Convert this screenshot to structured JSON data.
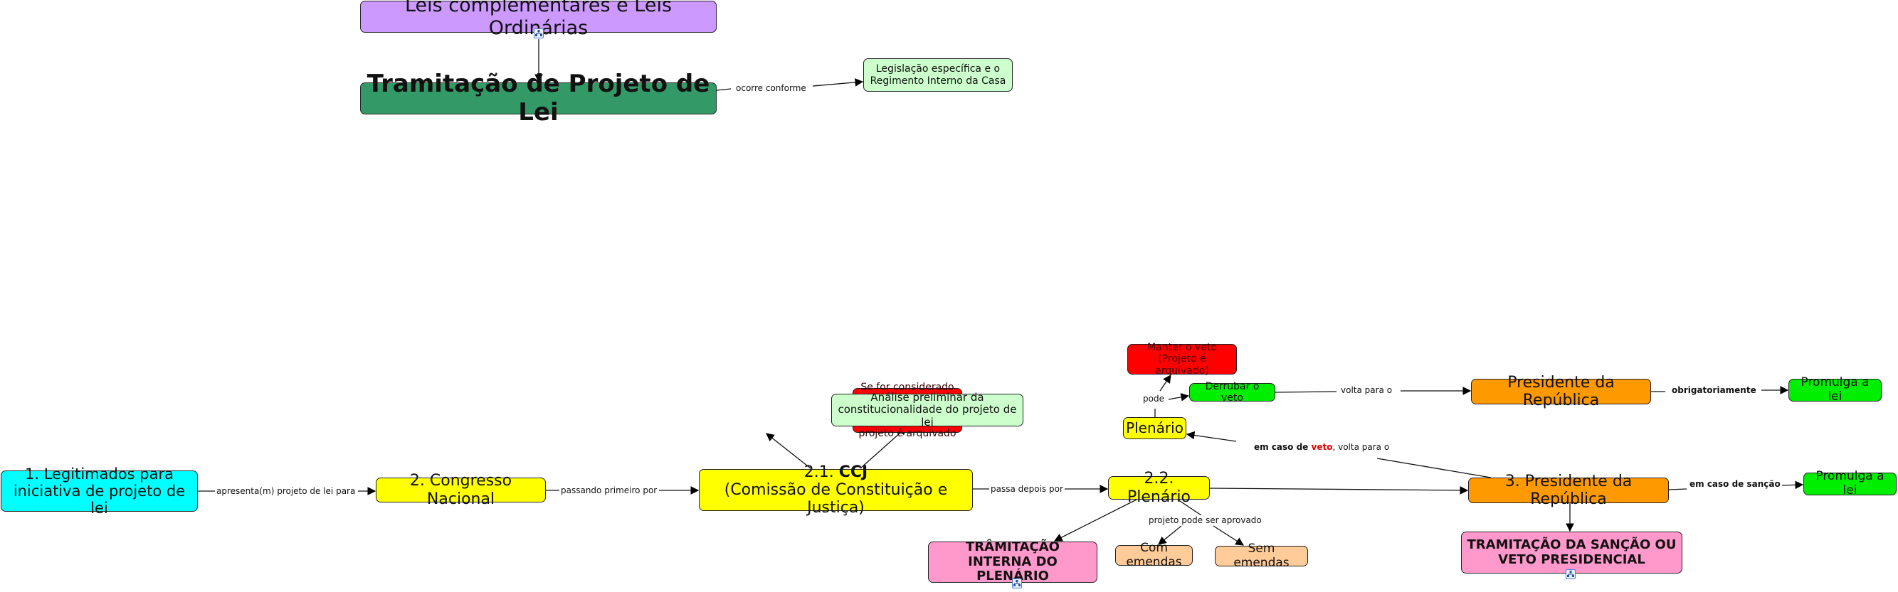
{
  "colors": {
    "purple": "#cc99ff",
    "dark_green": "#339966",
    "light_green": "#ccffcc",
    "cyan": "#00ffff",
    "yellow": "#ffff00",
    "red": "#ff0000",
    "orange": "#ff9900",
    "bright_green": "#00ee00",
    "pink": "#ff99cc",
    "peach": "#ffcc99",
    "veto_text": "#e00000"
  },
  "nodes": {
    "leis": "Leis complementares e Leis Ordinárias",
    "title": "Tramitação de Projeto de Lei",
    "legislacao": "Legislação específica e o Regimento Interno da Casa",
    "legitimados": "1. Legitimados para iniciativa de projeto de lei",
    "congresso": "2. Congresso Nacional",
    "ccj_prefix": "2.1. ",
    "ccj_bold": "CCJ",
    "ccj_line2": "(Comissão de Constituição e Justiça)",
    "incompativel": "Se for considerado incompatível com a CF88 (inconstitucional), o projeto é arquivado",
    "analise": "Análise preliminar da constitucionalidade do projeto de lei",
    "plenario_22": "2.2. Plenário",
    "tramitacao_interna": "TRÂMITAÇÃO INTERNA DO PLENÁRIO",
    "com_emendas": "Com emendas",
    "sem_emendas": "Sem emendas",
    "presidente_3": "3. Presidente da República",
    "tramitacao_sancao": "TRAMITAÇÃO DA SANÇÃO OU VETO PRESIDENCIAL",
    "promulga_1": "Promulga a lei",
    "promulga_2": "Promulga a lei",
    "plenario": "Plenário",
    "manter_veto": "Manter o veto (Projeto é arquivado)",
    "derrubar_veto": "Derrubar o veto",
    "presidente": "Presidente da República"
  },
  "links": {
    "ocorre_conforme": "ocorre conforme",
    "apresenta": "apresenta(m) projeto de lei para",
    "passando_primeiro": "passando primeiro por",
    "passa_depois": "passa depois por",
    "projeto_pode": "projeto pode ser aprovado",
    "sancao": "em caso de sanção",
    "veto_prefix": "em caso de ",
    "veto_word": "veto",
    "veto_suffix": ", volta para o",
    "pode": "pode",
    "volta_para": "volta para o",
    "obrigatoriamente": "obrigatoriamente"
  },
  "icons": {
    "submap": "submap-link-icon"
  }
}
